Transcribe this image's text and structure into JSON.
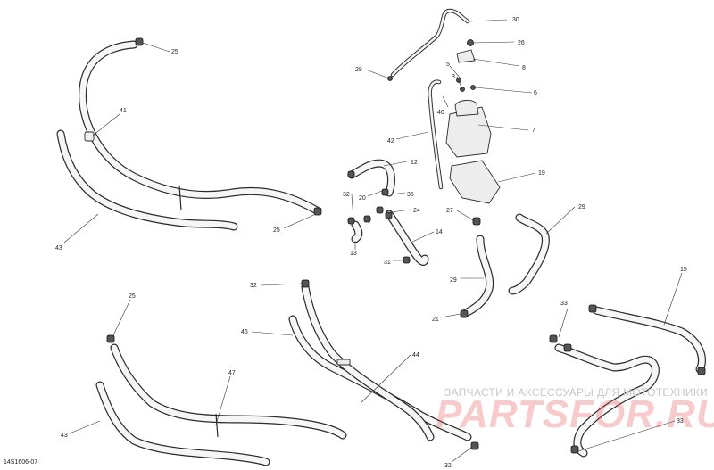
{
  "watermark": {
    "text": "ЗАПЧАСТИ И АКСЕССУАРЫ ДЛЯ МОТОТЕХНИКИ",
    "logo": "PARTSFOR.RU",
    "logo_color": "#e14646"
  },
  "diagram_code": "14S1606-07",
  "callouts": [
    {
      "id": "c30",
      "text": "30"
    },
    {
      "id": "c26a",
      "text": "26"
    },
    {
      "id": "c8",
      "text": "8"
    },
    {
      "id": "c28",
      "text": "28"
    },
    {
      "id": "c5",
      "text": "5"
    },
    {
      "id": "c6",
      "text": "6"
    },
    {
      "id": "c3",
      "text": "3"
    },
    {
      "id": "c40",
      "text": "40"
    },
    {
      "id": "c7",
      "text": "7"
    },
    {
      "id": "c42",
      "text": "42"
    },
    {
      "id": "c12",
      "text": "12"
    },
    {
      "id": "c19",
      "text": "19"
    },
    {
      "id": "c32a",
      "text": "32"
    },
    {
      "id": "c20",
      "text": "20"
    },
    {
      "id": "c35",
      "text": "35"
    },
    {
      "id": "c24",
      "text": "24"
    },
    {
      "id": "c27",
      "text": "27"
    },
    {
      "id": "c29a",
      "text": "29"
    },
    {
      "id": "c13",
      "text": "13"
    },
    {
      "id": "c14",
      "text": "14"
    },
    {
      "id": "c31",
      "text": "31"
    },
    {
      "id": "c29b",
      "text": "29"
    },
    {
      "id": "c21",
      "text": "21"
    },
    {
      "id": "c25a",
      "text": "25"
    },
    {
      "id": "c41",
      "text": "41"
    },
    {
      "id": "c43a",
      "text": "43"
    },
    {
      "id": "c25b",
      "text": "25"
    },
    {
      "id": "c15",
      "text": "15"
    },
    {
      "id": "c33a",
      "text": "33"
    },
    {
      "id": "c32b",
      "text": "32"
    },
    {
      "id": "c46",
      "text": "46"
    },
    {
      "id": "c25c",
      "text": "25"
    },
    {
      "id": "c44",
      "text": "44"
    },
    {
      "id": "c47",
      "text": "47"
    },
    {
      "id": "c43b",
      "text": "43"
    },
    {
      "id": "c33b",
      "text": "33"
    },
    {
      "id": "c32c",
      "text": "32"
    }
  ]
}
